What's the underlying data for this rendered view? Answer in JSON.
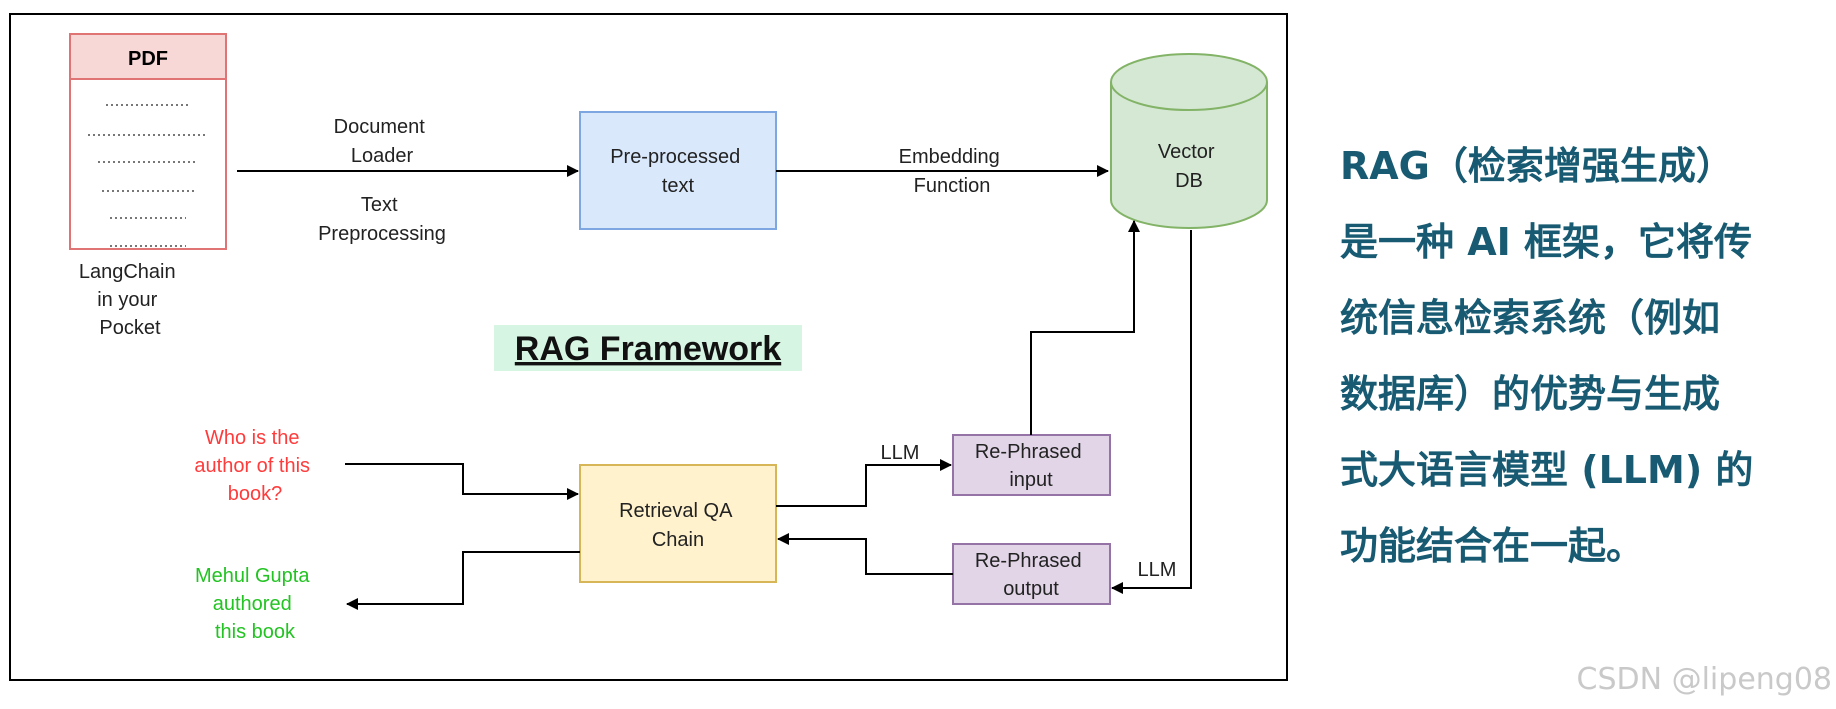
{
  "diagram": {
    "title": "RAG Framework",
    "pdf": {
      "header": "PDF",
      "caption": [
        "LangChain",
        "in your",
        "Pocket"
      ]
    },
    "edge_loader": [
      "Document",
      "Loader"
    ],
    "edge_text": [
      "Text",
      "Preprocessing"
    ],
    "preprocessed": [
      "Pre-processed",
      "text"
    ],
    "edge_embedding": [
      "Embedding",
      "Function"
    ],
    "vector_db": [
      "Vector",
      "DB"
    ],
    "question": [
      "Who is the",
      "author of this",
      "book?"
    ],
    "answer": [
      "Mehul Gupta",
      "authored",
      "this book"
    ],
    "retrieval": [
      "Retrieval QA",
      "Chain"
    ],
    "rephrased_input": [
      "Re-Phrased",
      "input"
    ],
    "rephrased_output": [
      "Re-Phrased",
      "output"
    ],
    "llm_top": "LLM",
    "llm_bottom": "LLM"
  },
  "colors": {
    "pdf_header_fill": "#f8d7d7",
    "pdf_border": "#e07373",
    "preprocessed_fill": "#dae8fc",
    "preprocessed_border": "#7ea6e0",
    "vector_fill": "#d5e8d4",
    "vector_border": "#82b366",
    "retrieval_fill": "#fff2cc",
    "retrieval_border": "#d6b656",
    "rephrased_fill": "#e1d5e7",
    "rephrased_border": "#9673a6",
    "title_highlight": "#d7f5e3",
    "question_color": "#ff3b3b",
    "answer_color": "#22c322",
    "cn_text_color": "#175a72"
  },
  "description_cn": [
    "RAG（检索增强生成）",
    "是一种 AI 框架，它将传",
    "统信息检索系统（例如",
    "数据库）的优势与生成",
    "式大语言模型 (LLM) 的",
    "功能结合在一起。"
  ],
  "watermark": "CSDN @lipeng08"
}
